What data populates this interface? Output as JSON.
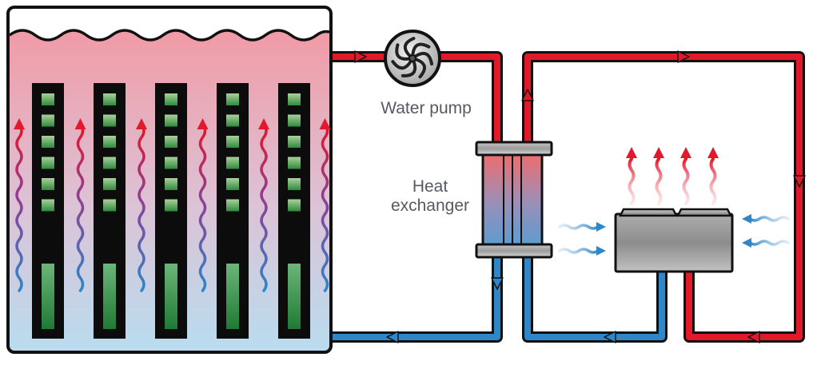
{
  "labels": {
    "water_pump": "Water pump",
    "heat_exchanger_line1": "Heat",
    "heat_exchanger_line2": "exchanger"
  },
  "components": {
    "tank": {
      "server_racks": 5,
      "rising_heat_arrows": 6
    },
    "pump": {
      "icon": "impeller-icon"
    },
    "cooling_unit": {
      "fans": 2,
      "exhaust_arrows": 4,
      "intake_arrows": 4
    }
  },
  "colors": {
    "hot": "#e2182b",
    "cold": "#2f86c8",
    "outline": "#111111",
    "tank_top": "#f19aa6",
    "tank_bottom": "#b9dcef",
    "rack": "#0c0c0c",
    "led": "#a9d29a",
    "text": "#555b61"
  }
}
